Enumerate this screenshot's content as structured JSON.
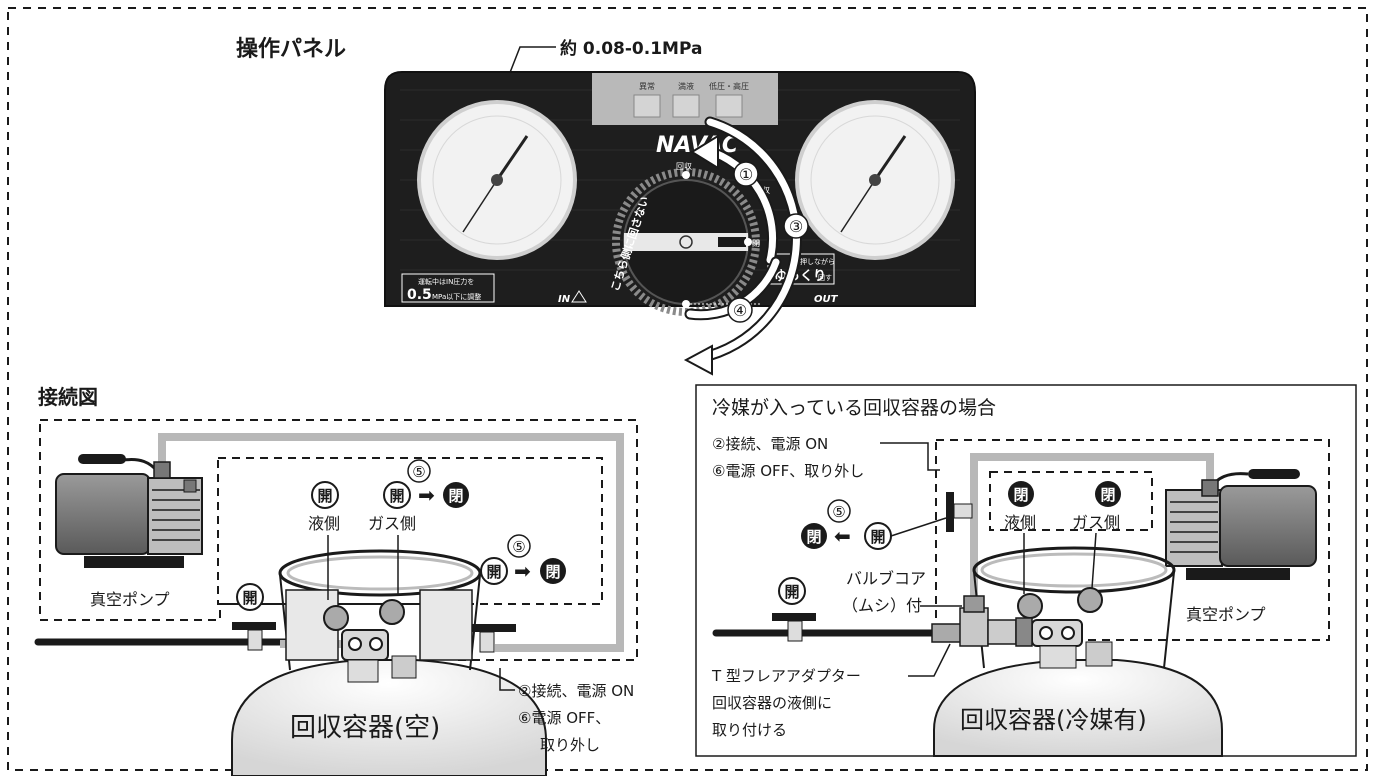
{
  "panel": {
    "section_title": "操作パネル",
    "pressure_callout": "約 0.08-0.1MPa",
    "indicators": [
      "異常",
      "満液",
      "低圧・高圧"
    ],
    "brand": "NAVAC",
    "knob_labels": {
      "recover_top": "回収",
      "recover_mid": "回収",
      "purge": "閉",
      "no_turn": "こちら側に回さない",
      "rotate_hint_1": "押しながら",
      "rotate_hint_2": "ゆっくり",
      "rotate_hint_3": "回す"
    },
    "warning_line1": "運転中はIN圧力を",
    "warning_value": "0.5",
    "warning_unit": "MPa以下に調整",
    "in_label": "IN",
    "out_label": "OUT",
    "steps": [
      "①",
      "③",
      "④"
    ]
  },
  "connection": {
    "section_title": "接続図",
    "open": "開",
    "close": "閉",
    "step5": "⑤",
    "liquid_side": "液側",
    "gas_side": "ガス側",
    "vacuum_pump": "真空ポンプ",
    "container": "回収容器(空)",
    "note_line1": "②接続、電源 ON",
    "note_line2": "⑥電源 OFF、",
    "note_line3": "取り外し"
  },
  "refrigerant_box": {
    "title": "冷媒が入っている回収容器の場合",
    "note_line1": "②接続、電源 ON",
    "note_line2": "⑥電源 OFF、取り外し",
    "open": "開",
    "close": "閉",
    "step5": "⑤",
    "liquid_side": "液側",
    "gas_side": "ガス側",
    "valve_core_1": "バルブコア",
    "valve_core_2": "（ムシ）付",
    "adapter_1": "T 型フレアアダプター",
    "adapter_2": "回収容器の液側に",
    "adapter_3": "取り付ける",
    "vacuum_pump": "真空ポンプ",
    "container": "回収容器(冷媒有)"
  },
  "colors": {
    "panel_bg": "#1c1c1c",
    "hose": "#b8b8b8",
    "line": "#1a1a1a",
    "cylinder": "#eeeeee"
  }
}
